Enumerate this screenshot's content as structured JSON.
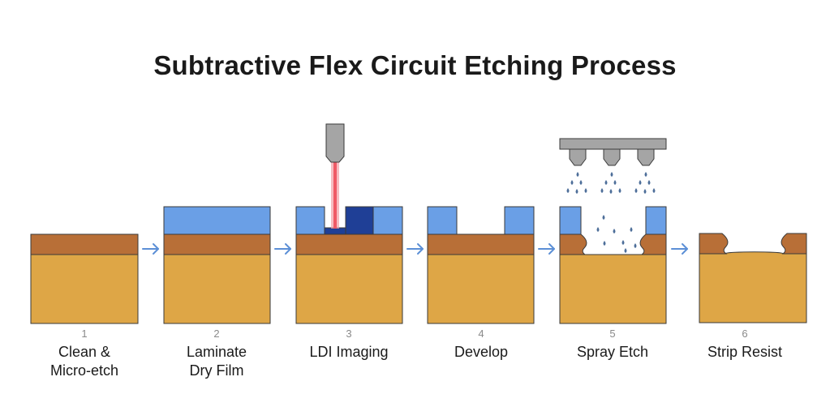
{
  "title": "Subtractive Flex Circuit Etching Process",
  "colors": {
    "substrate": "#dea646",
    "copper": "#b86f37",
    "resist": "#6a9fe6",
    "exposed_resist": "#1f3f96",
    "laser": "#ef5a66",
    "nozzle": "#a5a5a5",
    "droplet": "#4d6e99",
    "arrow": "#5c8fd6",
    "outline": "#3a3a3a"
  },
  "steps": [
    {
      "number": "1",
      "label_line1": "Clean &",
      "label_line2": "Micro-etch"
    },
    {
      "number": "2",
      "label_line1": "Laminate",
      "label_line2": "Dry Film"
    },
    {
      "number": "3",
      "label_line1": "LDI Imaging",
      "label_line2": ""
    },
    {
      "number": "4",
      "label_line1": "Develop",
      "label_line2": ""
    },
    {
      "number": "5",
      "label_line1": "Spray Etch",
      "label_line2": ""
    },
    {
      "number": "6",
      "label_line1": "Strip Resist",
      "label_line2": ""
    }
  ]
}
